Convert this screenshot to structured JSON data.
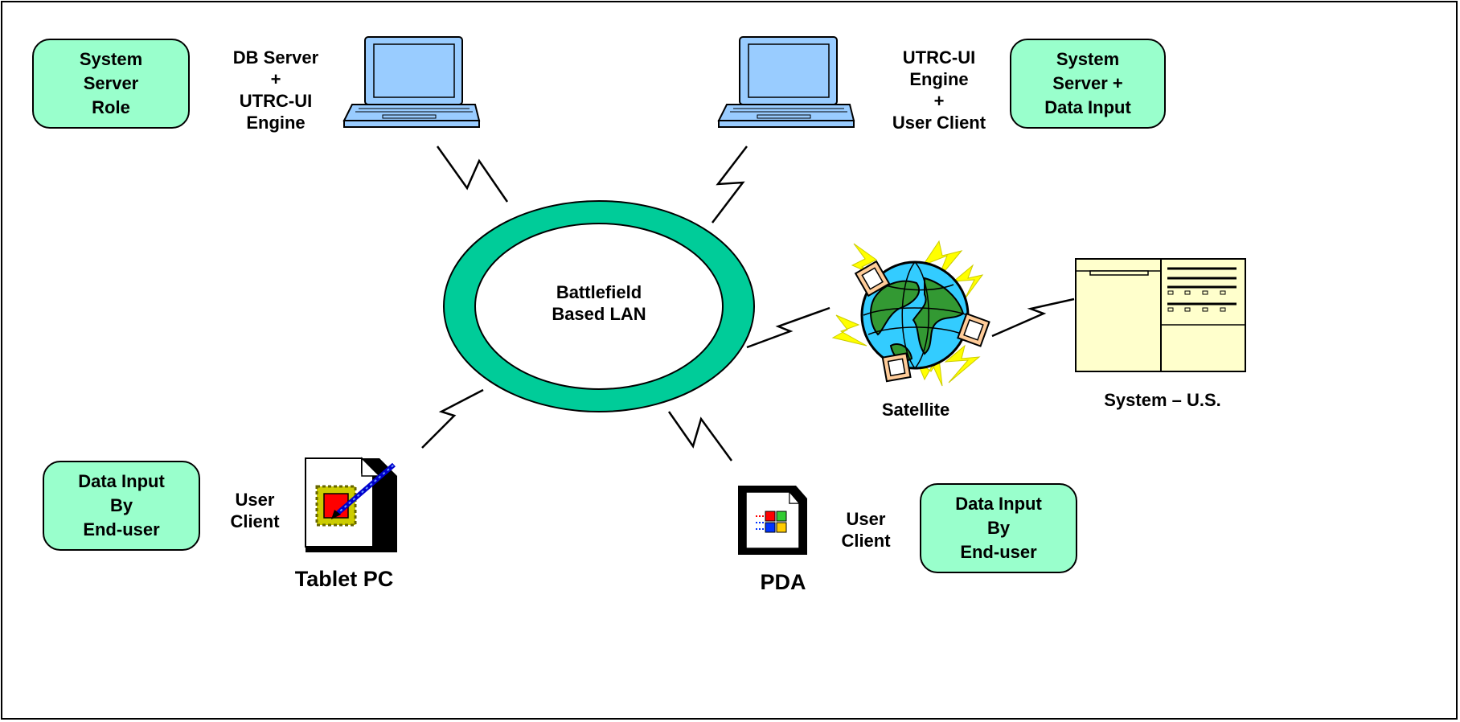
{
  "roles": {
    "top_left": [
      "System",
      "Server",
      "Role"
    ],
    "top_right": [
      "System",
      "Server +",
      "Data Input"
    ],
    "bottom_left": [
      "Data Input",
      "By",
      "End-user"
    ],
    "bottom_right": [
      "Data Input",
      "By",
      "End-user"
    ]
  },
  "nodes": {
    "db_server": [
      "DB Server",
      "+",
      "UTRC-UI",
      "Engine"
    ],
    "ui_engine_client": [
      "UTRC-UI",
      "Engine",
      "+",
      "User Client"
    ],
    "lan": [
      "Battlefield",
      "Based LAN"
    ],
    "satellite": "Satellite",
    "system_us": "System – U.S.",
    "tablet_user": [
      "User",
      "Client"
    ],
    "tablet": "Tablet PC",
    "pda_user": [
      "User",
      "Client"
    ],
    "pda": "PDA"
  },
  "colors": {
    "role_fill": "#99ffcc",
    "ring": "#00cc99",
    "laptop_screen": "#99ccff",
    "laptop_body": "#99ccff",
    "server_fill": "#ffffcc",
    "satellite_bolt": "#ffff00",
    "globe_water": "#33ccff",
    "globe_land": "#339933"
  },
  "icons": [
    "laptop-icon",
    "laptop-icon",
    "satellite-globe-icon",
    "server-cabinet-icon",
    "tablet-pc-icon",
    "pda-icon",
    "lightning-link-icon"
  ]
}
